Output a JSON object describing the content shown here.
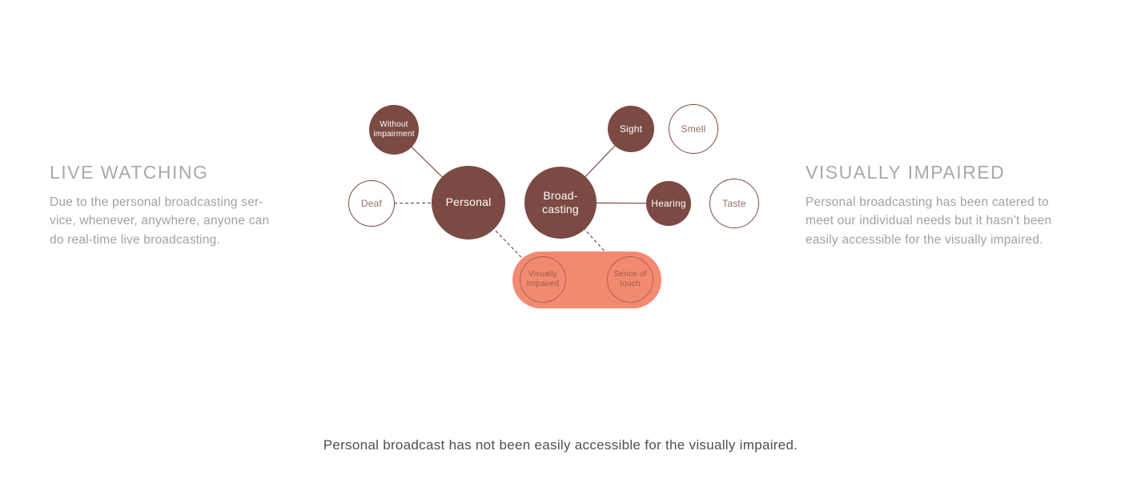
{
  "left_panel": {
    "title": "LIVE WATCHING",
    "body": "Due to the personal broadcasting ser-\nvice, whenever, anywhere, anyone can\ndo real-time live broadcasting."
  },
  "right_panel": {
    "title": "VISUALLY IMPAIRED",
    "body": "Personal broadcasting has been catered to\nmeet our individual needs but it hasn't been\neasily accessible for the visually impaired."
  },
  "caption": "Personal broadcast has not been easily accessible for the visually impaired.",
  "diagram": {
    "nodes": {
      "without_impairment": {
        "label": "Without\nimpairment"
      },
      "deaf": {
        "label": "Deaf"
      },
      "personal": {
        "label": "Personal"
      },
      "broadcasting": {
        "label": "Broad-\ncasting"
      },
      "sight": {
        "label": "Sight"
      },
      "smell": {
        "label": "Smell"
      },
      "hearing": {
        "label": "Hearing"
      },
      "taste": {
        "label": "Taste"
      },
      "visually_impaired": {
        "label": "Visually\nImpaired"
      },
      "sence_of_touch": {
        "label": "Sence of\ntouch"
      }
    }
  },
  "colors": {
    "node-fill": "#7b4a43",
    "node-outline": "#7b4a43",
    "outline-text": "#8f6d64",
    "highlight": "#f28a70",
    "highlight-node-border": "#b0604f",
    "highlight-node-text": "#9c5a4b",
    "heading-text": "#a9a9a9",
    "body-text": "#a2a2a2",
    "caption-text": "#4f4f4f"
  }
}
